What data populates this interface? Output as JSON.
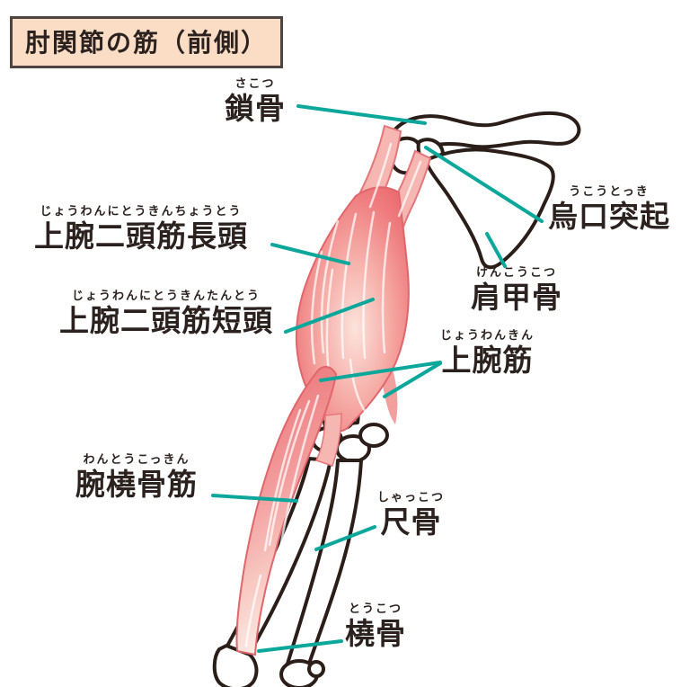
{
  "title": "肘関節の筋（前側）",
  "colors": {
    "background": "#ffffff",
    "title_bg": "#fbdcc5",
    "title_border": "#4e4440",
    "text": "#2b2220",
    "leader": "#0ca79b",
    "muscle_dark": "#ea6469",
    "muscle_light": "#fce3dc",
    "bone_fill": "#ffffff",
    "bone_outline": "#2b1e19"
  },
  "labels": [
    {
      "id": "clavicle",
      "kanji": "鎖骨",
      "furigana": "さこつ"
    },
    {
      "id": "biceps-long-head",
      "kanji": "上腕二頭筋長頭",
      "furigana": "じょうわんにとうきんちょうとう"
    },
    {
      "id": "biceps-short-head",
      "kanji": "上腕二頭筋短頭",
      "furigana": "じょうわんにとうきんたんとう"
    },
    {
      "id": "coracoid-process",
      "kanji": "烏口突起",
      "furigana": "うこうとっき"
    },
    {
      "id": "scapula",
      "kanji": "肩甲骨",
      "furigana": "けんこうこつ"
    },
    {
      "id": "brachialis",
      "kanji": "上腕筋",
      "furigana": "じょうわんきん"
    },
    {
      "id": "brachioradialis",
      "kanji": "腕橈骨筋",
      "furigana": "わんとうこっきん"
    },
    {
      "id": "ulna",
      "kanji": "尺骨",
      "furigana": "しゃっこつ"
    },
    {
      "id": "radius",
      "kanji": "橈骨",
      "furigana": "とうこつ"
    }
  ]
}
